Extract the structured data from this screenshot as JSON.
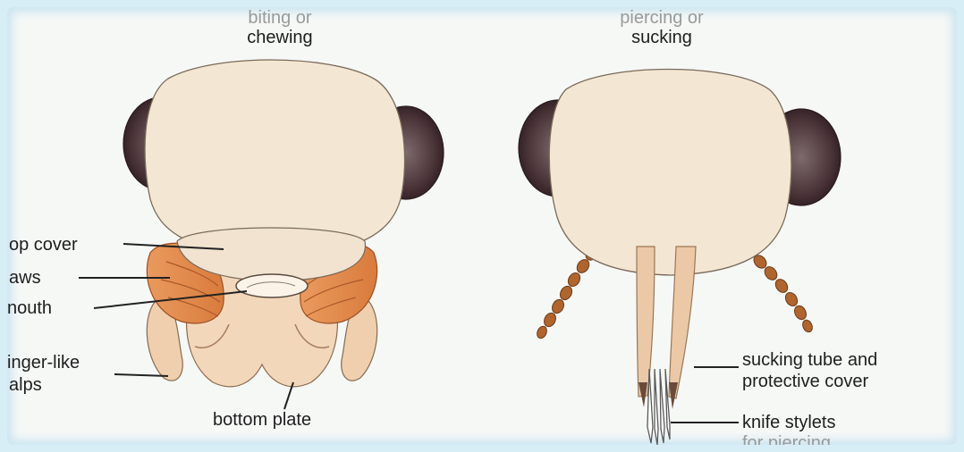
{
  "diagram": {
    "left": {
      "title_line1": "biting or",
      "title_line2": "chewing",
      "labels": {
        "top_cover": "op cover",
        "jaws": "aws",
        "mouth": "nouth",
        "palps_line1": "inger-like",
        "palps_line2": "alps",
        "bottom_plate": "bottom plate"
      }
    },
    "right": {
      "title_line1": "piercing or",
      "title_line2": "sucking",
      "labels": {
        "tube_line1": "sucking tube and",
        "tube_line2": "protective cover",
        "stylets_line1": "knife stylets",
        "stylets_line2": "for piercing"
      }
    },
    "colors": {
      "background": "#d8eef7",
      "head": "#f3e6d3",
      "eye": "#4a3438",
      "jaws": "#e38a4e",
      "antenna": "#b0642e",
      "tube": "#ecc9a6"
    }
  }
}
